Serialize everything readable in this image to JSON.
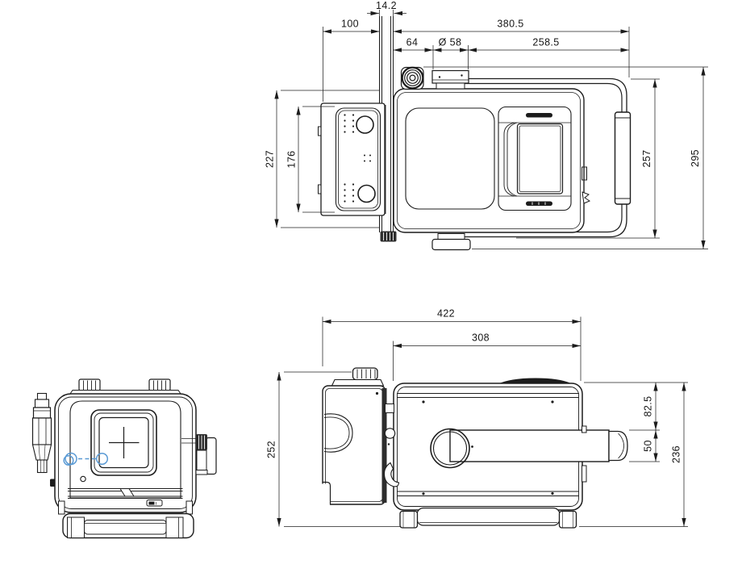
{
  "drawing": {
    "background_color": "#ffffff",
    "line_color": "#1c1c1c",
    "highlight_color": "#5b9bd5",
    "views": {
      "top": {
        "dims": {
          "pole_width": "14.2",
          "left_offset": "100",
          "upper_length": "380.5",
          "knob_offset": "64",
          "knob_diameter": "Ø 58",
          "rear_length": "258.5",
          "panel_outer_height": "227",
          "panel_inner_height": "176",
          "handle_height": "257",
          "overall_height": "295"
        }
      },
      "side": {
        "dims": {
          "overall_length": "422",
          "body_length": "308",
          "panel_height": "252",
          "tube_top_offset": "82.5",
          "tube_height": "50",
          "body_height": "236"
        }
      }
    }
  }
}
